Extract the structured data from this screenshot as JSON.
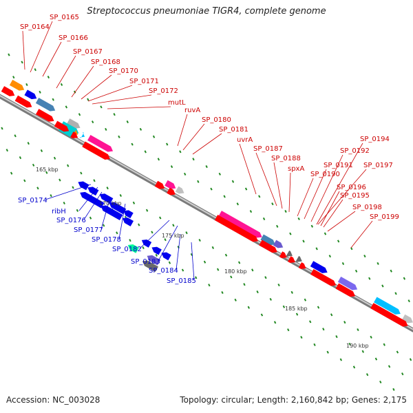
{
  "title": "Streptococcus pneumoniae TIGR4, complete genome",
  "footer": {
    "accession": "Accession: NC_003028",
    "summary": "Topology: circular; Length: 2,160,842 bp; Genes: 2,175"
  },
  "colors": {
    "cds_forward": "#ff0000",
    "label_forward": "#cc0000",
    "cds_reverse": "#0000ee",
    "label_reverse": "#0000cc",
    "backbone": "#9a9a9a",
    "tick": "#228822"
  },
  "scale_labels": [
    "165 kbp",
    "170 kbp",
    "175 kbp",
    "180 kbp",
    "185 kbp",
    "190 kbp"
  ],
  "forward_labels": [
    "SP_0165",
    "SP_0164",
    "SP_0166",
    "SP_0167",
    "SP_0168",
    "SP_0170",
    "SP_0171",
    "SP_0172",
    "mutL",
    "ruvA",
    "SP_0180",
    "SP_0181",
    "uvrA",
    "SP_0187",
    "SP_0188",
    "spxA",
    "SP_0190",
    "SP_0191",
    "SP_0192",
    "SP_0194",
    "SP_0195",
    "SP_0196",
    "SP_0197",
    "SP_0198",
    "SP_0199"
  ],
  "reverse_labels": [
    "SP_0174",
    "ribH",
    "SP_0176",
    "SP_0177",
    "SP_0178",
    "SP_0182",
    "SP_0183",
    "SP_0184",
    "SP_0185"
  ]
}
